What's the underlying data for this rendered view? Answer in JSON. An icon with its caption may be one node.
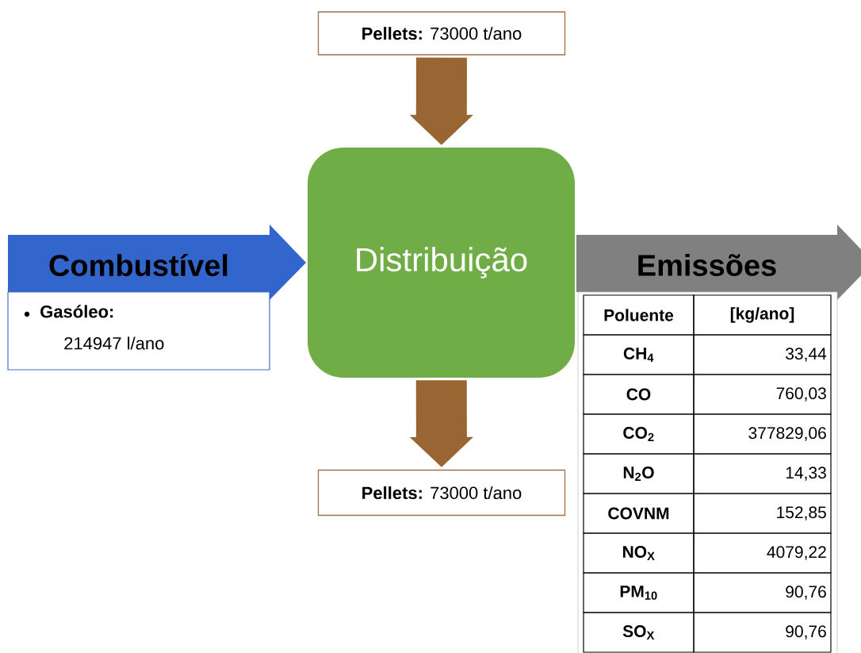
{
  "diagram": {
    "nodes": [
      {
        "text": [
          "**Pellets:** 73000 t/ano"
        ]
      },
      {
        "text": [
          "Combustível",
          "**Gasóleo:** 214947 l/ano"
        ]
      },
      {
        "text": [
          "Distribuição"
        ]
      },
      {
        "text": [
          "Emissões"
        ]
      },
      {
        "text": [
          "**Pellets:** 73000 t/ano"
        ]
      }
    ],
    "edges": [
      {
        "from": 0,
        "to": 2,
        "arrow": "to"
      },
      {
        "from": 2,
        "to": 4,
        "arrow": "to"
      }
    ],
    "labels": [
      "Poluente",
      "[kg/ano]",
      "CH$_{4}$",
      "33,44",
      "CO",
      "760,03",
      "CO$_{2}$",
      "377829,06",
      "N$_{2}$O",
      "14,33",
      "COVNM",
      "152,85",
      "NO$_{X}$",
      "4079,22",
      "PM$_{10}$",
      "90,76",
      "SO$_{X}$",
      "90,76"
    ]
  }
}
